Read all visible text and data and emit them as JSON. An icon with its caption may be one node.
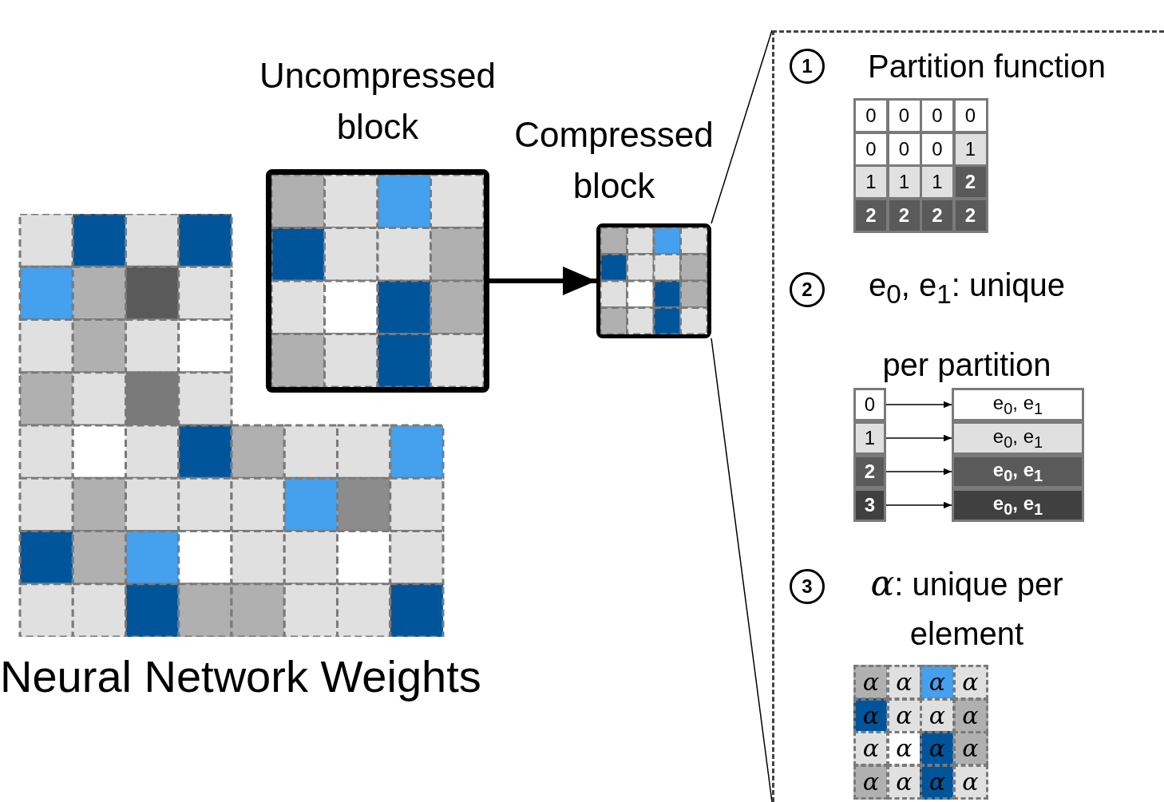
{
  "diagram": {
    "nodes": [
      {
        "text": [
          "Neural Network Weights"
        ]
      },
      {
        "text": [
          "Uncompressed block"
        ]
      },
      {
        "text": [
          "Compressed block"
        ]
      },
      {
        "text": [],
        "shape": "box"
      },
      {
        "text": [
          "0"
        ],
        "in": 3
      },
      {
        "text": [
          "1"
        ],
        "in": 3
      },
      {
        "text": [
          "2"
        ],
        "in": 3
      },
      {
        "text": [
          "3"
        ],
        "in": 3
      },
      {
        "text": [
          "e$_{0}$, e$_{1}$"
        ],
        "in": 3
      },
      {
        "text": [
          "e$_{0}$, e$_{1}$"
        ],
        "in": 3
      },
      {
        "text": [
          "e$_{0}$, e$_{1}$"
        ],
        "in": 3
      },
      {
        "text": [
          "e$_{0}$, e$_{1}$"
        ],
        "in": 3
      }
    ],
    "edges": [
      {
        "from": 1,
        "to": 2,
        "arrow": "to",
        "style": "thick"
      },
      {
        "from": 2,
        "to": 3,
        "arrow": "none"
      },
      {
        "from": 2,
        "to": 3,
        "arrow": "none"
      },
      {
        "from": 4,
        "to": 8,
        "arrow": "to"
      },
      {
        "from": 5,
        "to": 9,
        "arrow": "to"
      },
      {
        "from": 6,
        "to": 10,
        "arrow": "to"
      },
      {
        "from": 7,
        "to": 11,
        "arrow": "to"
      }
    ],
    "labels": [
      "1",
      "Partition function",
      "0",
      "0",
      "0",
      "0",
      "0",
      "0",
      "0",
      "1",
      "1",
      "1",
      "1",
      "2",
      "2",
      "2",
      "2",
      "2",
      "2",
      "e$_{0}$, e$_{1}$: unique per partition",
      "3",
      "*α*: unique per element",
      "α",
      "α",
      "α",
      "α",
      "α",
      "α",
      "α",
      "α",
      "α",
      "α",
      "α",
      "α",
      "α",
      "α",
      "α",
      "α"
    ]
  }
}
